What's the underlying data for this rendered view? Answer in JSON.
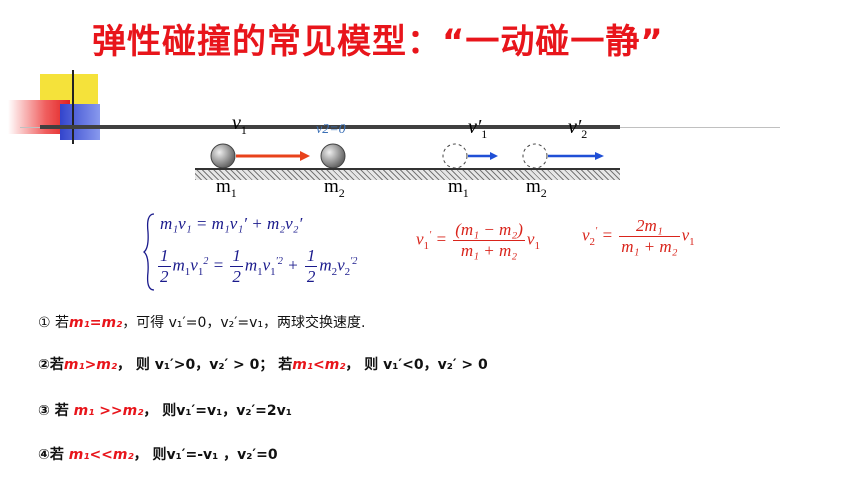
{
  "title": "弹性碰撞的常见模型：“一动碰一静”",
  "diagram": {
    "v1": "v",
    "v1_sub": "1",
    "v2_zero": "v2=0",
    "v1p": "v",
    "v1p_sub": "1",
    "v2p": "v",
    "v2p_sub": "2",
    "m1": "m",
    "m1_sub": "1",
    "m2": "m",
    "m2_sub": "2",
    "m1_after": "m",
    "m1_after_sub": "1",
    "m2_after": "m",
    "m2_after_sub": "2",
    "colors": {
      "arrow_red": "#e8421b",
      "arrow_blue": "#1f4fd6",
      "ball": "#9a9a9a"
    }
  },
  "equations": {
    "eq1": "m₁v₁ = m₁v₁′ + m₂v₂′",
    "eq2_frac": "1",
    "eq2_den": "2",
    "result_v1": "(m₁ − m₂)",
    "result_v1_den": "m₁ + m₂",
    "result_v2": "2m₁",
    "result_v2_den": "m₁ + m₂"
  },
  "cases": [
    {
      "num": "①",
      "text_a": "若",
      "cond": "m₁=m₂",
      "text_b": "，可得",
      "res": "v₁′=0，v₂′=v₁，两球交换速度."
    },
    {
      "num": "②",
      "text_a": "若",
      "cond": "m₁>m₂",
      "text_b": "， 则",
      "res": "v₁′>0，v₂′ > 0；",
      "text_c": "若",
      "cond2": "m₁<m₂",
      "text_d": "， 则",
      "res2": "v₁′<0，v₂′ > 0"
    },
    {
      "num": "③",
      "text_a": "若",
      "cond": "m₁ >>m₂",
      "text_b": "， 则",
      "res": "v₁′=v₁，v₂′=2v₁"
    },
    {
      "num": "④",
      "text_a": "若",
      "cond": "m₁<<m₂",
      "text_b": "， 则",
      "res": "v₁′=-v₁ ，v₂′=0"
    }
  ]
}
